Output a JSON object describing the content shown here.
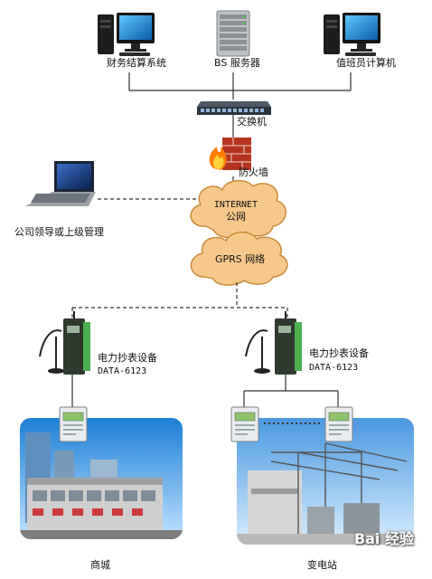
{
  "nodes": {
    "finance_system": "财务结算系统",
    "bs_server": "BS 服务器",
    "duty_computer": "值班员计算机",
    "switch": "交换机",
    "firewall": "防火墙",
    "internet_line1": "INTERNET",
    "internet_line2": "公网",
    "gprs_network": "GPRS 网络",
    "company_leader": "公司领导或上级管理",
    "device_left_title": "电力抄表设备",
    "device_left_model": "DATA-6123",
    "device_right_title": "电力抄表设备",
    "device_right_model": "DATA-6123",
    "mall": "商城",
    "substation": "变电站"
  },
  "watermark": "Bai 经验",
  "colors": {
    "line": "#333333",
    "cloud_fill": "#f6c98a",
    "cloud_stroke": "#c98a3a",
    "firewall_brick": "#c0392b",
    "device_body": "#2e3a2e",
    "device_green": "#4caf50",
    "meter_body": "#e9ecef",
    "meter_screen": "#8fc36b"
  }
}
